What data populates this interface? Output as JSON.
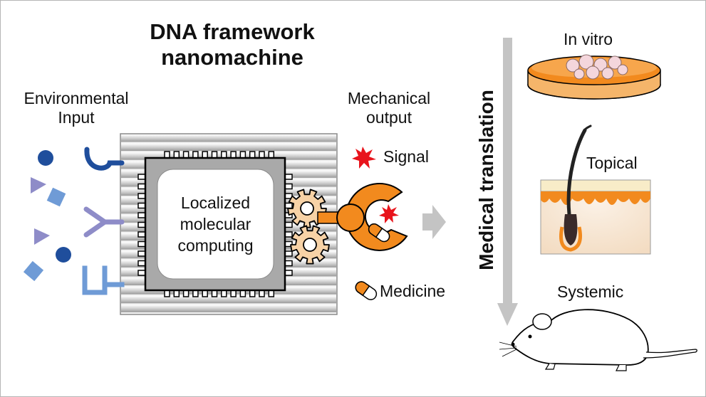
{
  "title": {
    "line1": "DNA framework",
    "line2": "nanomachine"
  },
  "environmental_input": {
    "line1": "Environmental",
    "line2": "Input"
  },
  "mechanical_output": {
    "line1": "Mechanical",
    "line2": "output"
  },
  "chip": {
    "line1": "Localized",
    "line2": "molecular",
    "line3": "computing"
  },
  "signal_label": "Signal",
  "medicine_label": "Medicine",
  "medical_translation": "Medical translation",
  "in_vitro_label": "In vitro",
  "topical_label": "Topical",
  "systemic_label": "Systemic",
  "colors": {
    "dark_blue": "#1f4e9c",
    "light_blue": "#6f9bd6",
    "lavender": "#8e8cc8",
    "orange": "#f28a1e",
    "light_orange": "#f5b56a",
    "signal_red": "#e8141c",
    "chip_gray": "#a9a9a9",
    "arrow_gray": "#c4c4c4"
  }
}
